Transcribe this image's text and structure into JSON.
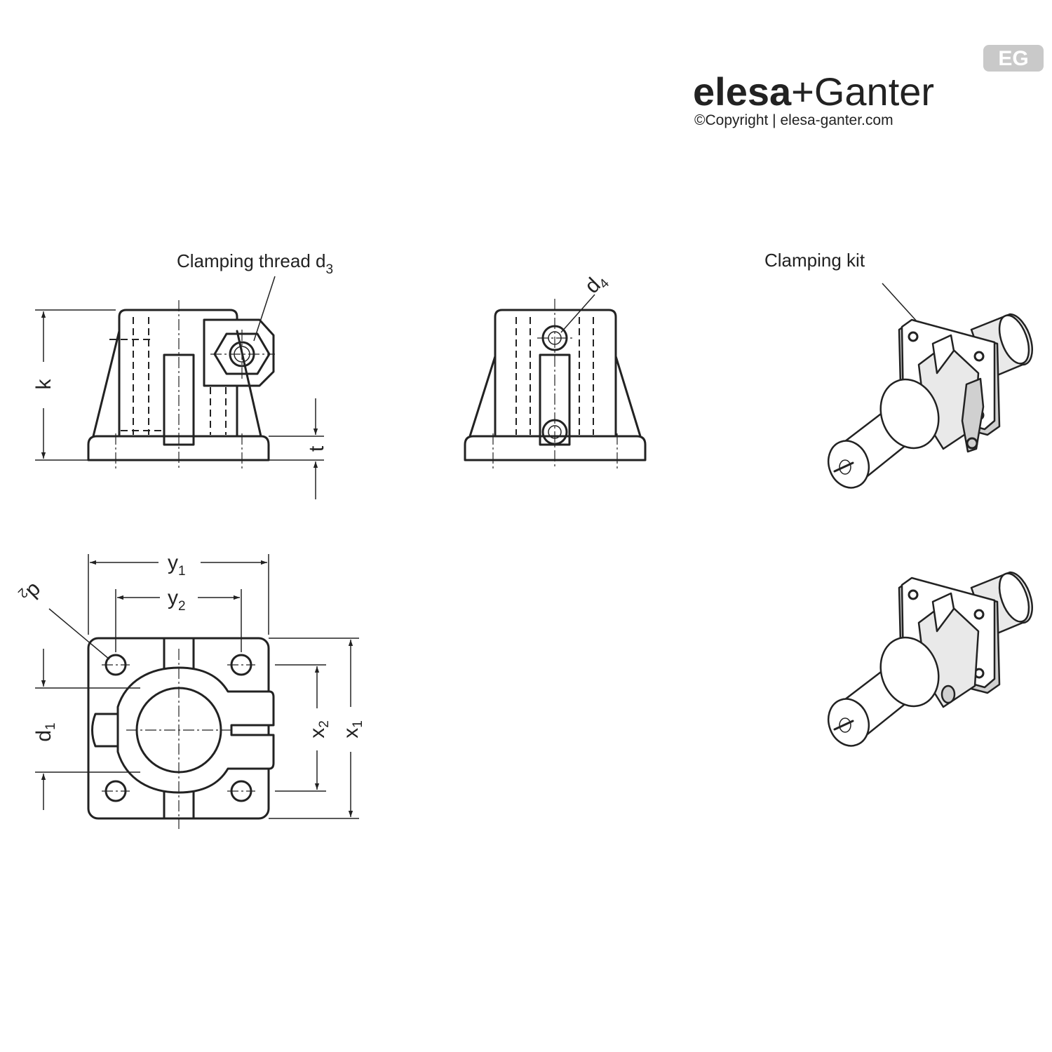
{
  "brand": {
    "name_part1": "elesa",
    "plus": "+",
    "name_part2": "Ganter",
    "badge": "EG",
    "copyright": "©Copyright | elesa-ganter.com"
  },
  "callouts": {
    "clamping_thread": {
      "text": "Clamping thread d",
      "subscript": "3"
    },
    "clamping_kit": "Clamping kit"
  },
  "dimensions": {
    "k": "k",
    "t": "t",
    "d4": {
      "base": "d",
      "subscript": "4"
    },
    "y1": {
      "base": "y",
      "subscript": "1"
    },
    "y2": {
      "base": "y",
      "subscript": "2"
    },
    "d2": {
      "base": "d",
      "subscript": "2"
    },
    "d1": {
      "base": "d",
      "subscript": "1"
    },
    "x1": {
      "base": "x",
      "subscript": "1"
    },
    "x2": {
      "base": "x",
      "subscript": "2"
    }
  }
}
